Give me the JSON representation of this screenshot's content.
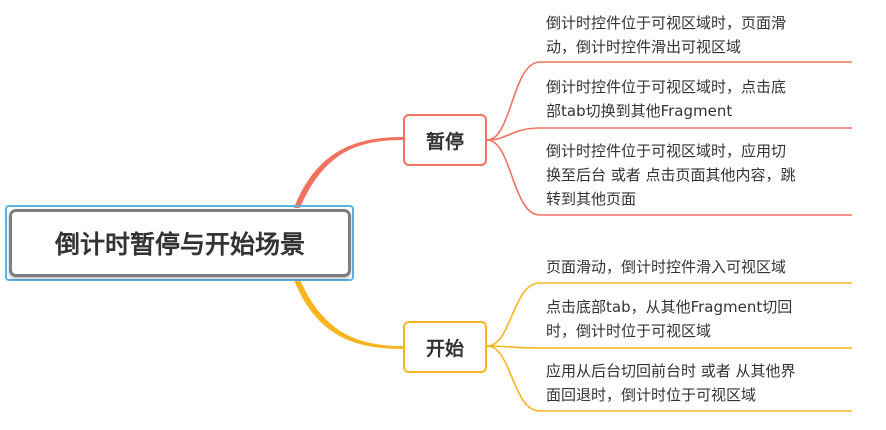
{
  "root": {
    "label": "倒计时暂停与开始场景"
  },
  "branches": [
    {
      "label": "暂停",
      "color": "#f27260",
      "leaves": [
        "倒计时控件位于可视区域时，页面滑\n动，倒计时控件滑出可视区域",
        "倒计时控件位于可视区域时，点击底\n部tab切换到其他Fragment",
        "倒计时控件位于可视区域时，应用切\n换至后台 或者 点击页面其他内容，跳\n转到其他页面"
      ]
    },
    {
      "label": "开始",
      "color": "#f6b51f",
      "leaves": [
        "页面滑动，倒计时控件滑入可视区域",
        "点击底部tab，从其他Fragment切回\n时，倒计时位于可视区域",
        "应用从后台切回前台时 或者 从其他界\n面回退时，倒计时位于可视区域"
      ]
    }
  ]
}
